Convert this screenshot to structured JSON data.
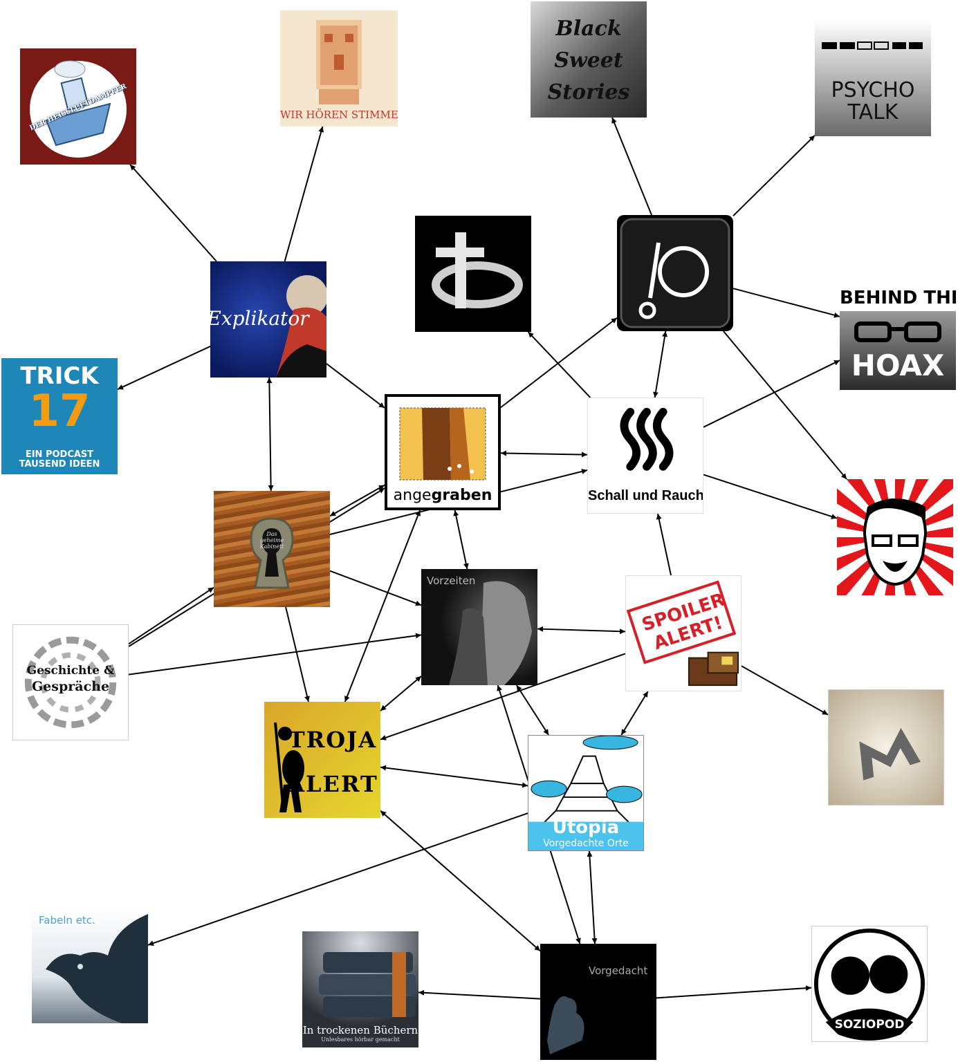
{
  "diagram": {
    "nodes": {
      "heissluftdampfer": {
        "label": "DER HEISSLUFTDAMPFER"
      },
      "wir_hoeren_stimmen": {
        "label": "WIR HÖREN STIMMEN"
      },
      "black_sweet_stories": {
        "label_lines": [
          "Black",
          "Sweet",
          "Stories"
        ]
      },
      "psycho_talk": {
        "label_lines": [
          "PSYCHO",
          "TALK"
        ]
      },
      "explikator": {
        "label": "Explikator"
      },
      "cross_podcast": {
        "icon": "cross-icon"
      },
      "stethoscope_podcast": {
        "icon": "stethoscope-icon"
      },
      "behind_the_hoax": {
        "label_lines": [
          "BEHIND THE",
          "HOAX"
        ]
      },
      "trick17": {
        "label_lines": [
          "TRICK",
          "17",
          "EIN PODCAST",
          "TAUSEND IDEEN"
        ]
      },
      "angegraben": {
        "label_pre": "ange",
        "label_bold": "graben"
      },
      "schall_und_rauch": {
        "label": "Schall und Rauch"
      },
      "hoax_face": {
        "icon": "bearded-face-icon"
      },
      "geheime_kabinett": {
        "label_lines": [
          "Das",
          "geheime",
          "Kabinett"
        ]
      },
      "vorzeiten": {
        "label": "Vorzeiten"
      },
      "spoiler_alert": {
        "label_lines": [
          "SPOILER",
          "ALERT!"
        ]
      },
      "geschichte_gespraeche": {
        "label_lines": [
          "Geschichte &",
          "Gespräche"
        ]
      },
      "m_podcast": {
        "icon": "letter-m-icon"
      },
      "troja_alert": {
        "label_lines": [
          "TROJA",
          "ALERT"
        ]
      },
      "utopia": {
        "label": "Utopia",
        "sublabel": "Vorgedachte Orte"
      },
      "fabeln": {
        "label": "Fabeln etc."
      },
      "trockene_buecher": {
        "label": "In trockenen Büchern",
        "sublabel": "Unlesbares hörbar gemacht"
      },
      "vorgedacht": {
        "label": "Vorgedacht"
      },
      "soziopod": {
        "label": "SOZIOPOD"
      }
    },
    "edges": [
      {
        "from": "explikator",
        "to": "heissluftdampfer",
        "direction": "forward"
      },
      {
        "from": "explikator",
        "to": "wir_hoeren_stimmen",
        "direction": "forward"
      },
      {
        "from": "explikator",
        "to": "trick17",
        "direction": "forward"
      },
      {
        "from": "explikator",
        "to": "angegraben",
        "direction": "forward"
      },
      {
        "from": "explikator",
        "to": "geheime_kabinett",
        "direction": "both"
      },
      {
        "from": "stethoscope_podcast",
        "to": "black_sweet_stories",
        "direction": "forward"
      },
      {
        "from": "stethoscope_podcast",
        "to": "psycho_talk",
        "direction": "forward"
      },
      {
        "from": "stethoscope_podcast",
        "to": "behind_the_hoax",
        "direction": "forward"
      },
      {
        "from": "stethoscope_podcast",
        "to": "hoax_face",
        "direction": "forward"
      },
      {
        "from": "angegraben",
        "to": "stethoscope_podcast",
        "direction": "forward"
      },
      {
        "from": "schall_und_rauch",
        "to": "cross_podcast",
        "direction": "forward"
      },
      {
        "from": "schall_und_rauch",
        "to": "stethoscope_podcast",
        "direction": "both"
      },
      {
        "from": "schall_und_rauch",
        "to": "behind_the_hoax",
        "direction": "forward"
      },
      {
        "from": "schall_und_rauch",
        "to": "hoax_face",
        "direction": "forward"
      },
      {
        "from": "angegraben",
        "to": "schall_und_rauch",
        "direction": "both"
      },
      {
        "from": "angegraben",
        "to": "geheime_kabinett",
        "direction": "both"
      },
      {
        "from": "angegraben",
        "to": "vorzeiten",
        "direction": "both"
      },
      {
        "from": "angegraben",
        "to": "troja_alert",
        "direction": "both"
      },
      {
        "from": "geheime_kabinett",
        "to": "schall_und_rauch",
        "direction": "forward"
      },
      {
        "from": "geheime_kabinett",
        "to": "vorzeiten",
        "direction": "forward"
      },
      {
        "from": "geheime_kabinett",
        "to": "troja_alert",
        "direction": "forward"
      },
      {
        "from": "geschichte_gespraeche",
        "to": "geheime_kabinett",
        "direction": "forward"
      },
      {
        "from": "geschichte_gespraeche",
        "to": "angegraben",
        "direction": "forward"
      },
      {
        "from": "geschichte_gespraeche",
        "to": "vorzeiten",
        "direction": "forward"
      },
      {
        "from": "spoiler_alert",
        "to": "schall_und_rauch",
        "direction": "forward"
      },
      {
        "from": "spoiler_alert",
        "to": "vorzeiten",
        "direction": "both"
      },
      {
        "from": "spoiler_alert",
        "to": "troja_alert",
        "direction": "forward"
      },
      {
        "from": "spoiler_alert",
        "to": "utopia",
        "direction": "both"
      },
      {
        "from": "spoiler_alert",
        "to": "m_podcast",
        "direction": "forward"
      },
      {
        "from": "vorzeiten",
        "to": "troja_alert",
        "direction": "both"
      },
      {
        "from": "vorzeiten",
        "to": "utopia",
        "direction": "both"
      },
      {
        "from": "vorzeiten",
        "to": "vorgedacht",
        "direction": "both"
      },
      {
        "from": "troja_alert",
        "to": "utopia",
        "direction": "both"
      },
      {
        "from": "troja_alert",
        "to": "vorgedacht",
        "direction": "both"
      },
      {
        "from": "utopia",
        "to": "fabeln",
        "direction": "forward"
      },
      {
        "from": "utopia",
        "to": "vorgedacht",
        "direction": "both"
      },
      {
        "from": "vorgedacht",
        "to": "trockene_buecher",
        "direction": "forward"
      },
      {
        "from": "vorgedacht",
        "to": "soziopod",
        "direction": "forward"
      }
    ]
  }
}
